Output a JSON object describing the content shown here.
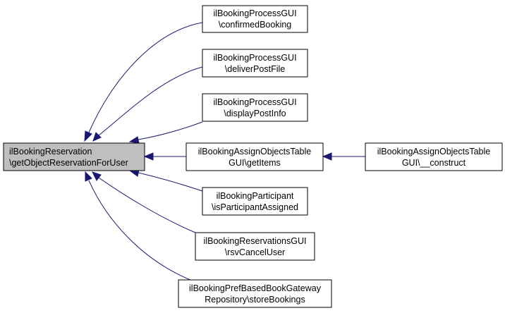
{
  "diagram": {
    "nodes": [
      {
        "id": "focus",
        "lines": [
          "ilBookingReservation",
          "\\getObjectReservationForUser"
        ],
        "highlighted": true
      },
      {
        "id": "confirmedBooking",
        "lines": [
          "ilBookingProcessGUI",
          "\\confirmedBooking"
        ]
      },
      {
        "id": "deliverPostFile",
        "lines": [
          "ilBookingProcessGUI",
          "\\deliverPostFile"
        ]
      },
      {
        "id": "displayPostInfo",
        "lines": [
          "ilBookingProcessGUI",
          "\\displayPostInfo"
        ]
      },
      {
        "id": "getItems",
        "lines": [
          "ilBookingAssignObjectsTable",
          "GUI\\getItems"
        ]
      },
      {
        "id": "construct",
        "lines": [
          "ilBookingAssignObjectsTable",
          "GUI\\__construct"
        ]
      },
      {
        "id": "isParticipantAssigned",
        "lines": [
          "ilBookingParticipant",
          "\\isParticipantAssigned"
        ]
      },
      {
        "id": "rsvCancelUser",
        "lines": [
          "ilBookingReservationsGUI",
          "\\rsvCancelUser"
        ]
      },
      {
        "id": "storeBookings",
        "lines": [
          "ilBookingPrefBasedBookGateway",
          "Repository\\storeBookings"
        ]
      }
    ],
    "edges": [
      {
        "from": "confirmedBooking",
        "to": "focus"
      },
      {
        "from": "deliverPostFile",
        "to": "focus"
      },
      {
        "from": "displayPostInfo",
        "to": "focus"
      },
      {
        "from": "getItems",
        "to": "focus"
      },
      {
        "from": "isParticipantAssigned",
        "to": "focus"
      },
      {
        "from": "rsvCancelUser",
        "to": "focus"
      },
      {
        "from": "storeBookings",
        "to": "focus"
      },
      {
        "from": "construct",
        "to": "getItems"
      }
    ],
    "colors": {
      "edge": "#191970",
      "focus_fill": "#bfbfbf",
      "node_fill": "#ffffff",
      "border": "#000000"
    }
  }
}
